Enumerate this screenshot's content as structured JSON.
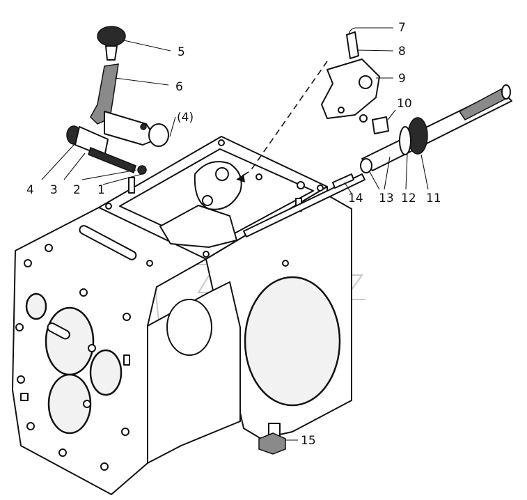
{
  "diagram": {
    "callouts": [
      {
        "id": "c1",
        "text": "1"
      },
      {
        "id": "c2",
        "text": "2"
      },
      {
        "id": "c3",
        "text": "3"
      },
      {
        "id": "c4",
        "text": "4"
      },
      {
        "id": "c4b",
        "text": "(4)"
      },
      {
        "id": "c5",
        "text": "5"
      },
      {
        "id": "c6",
        "text": "6"
      },
      {
        "id": "c7",
        "text": "7"
      },
      {
        "id": "c8",
        "text": "8"
      },
      {
        "id": "c9",
        "text": "9"
      },
      {
        "id": "c10",
        "text": "10"
      },
      {
        "id": "c11",
        "text": "11"
      },
      {
        "id": "c12",
        "text": "12"
      },
      {
        "id": "c13",
        "text": "13"
      },
      {
        "id": "c13b",
        "text": "13"
      },
      {
        "id": "c14",
        "text": "14"
      },
      {
        "id": "c15",
        "text": "15"
      }
    ]
  }
}
